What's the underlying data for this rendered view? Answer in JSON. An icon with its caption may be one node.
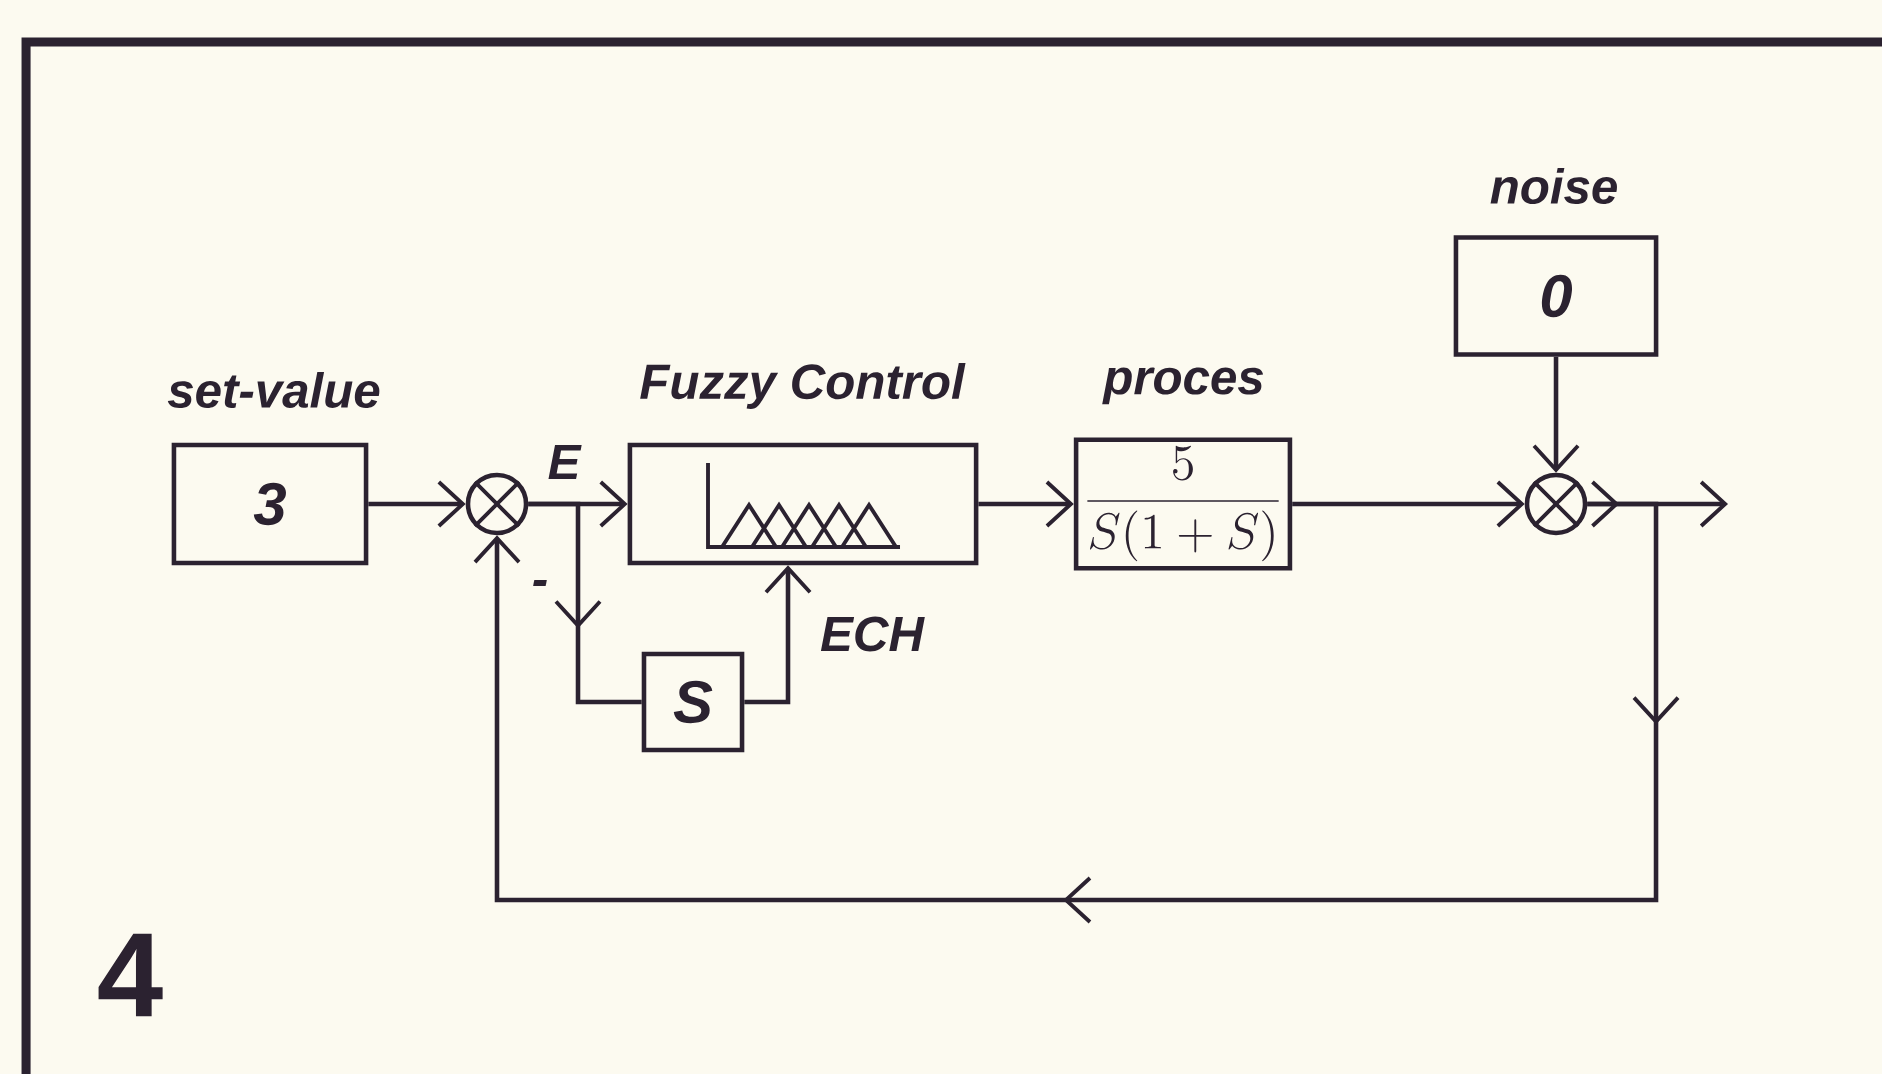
{
  "diagram": {
    "nodes": [
      {
        "text": [
          "set-value",
          "3"
        ]
      },
      {
        "text": [],
        "shape": "circle"
      },
      {
        "text": [
          "Fuzzy Control"
        ]
      },
      {
        "text": [
          "S"
        ]
      },
      {
        "text": [
          "proces",
          "\\frac{5}{S(1+S)}"
        ]
      },
      {
        "text": [
          "noise",
          "0"
        ]
      },
      {
        "text": [],
        "shape": "circle"
      }
    ],
    "edges": [
      {
        "from": 0,
        "to": 1,
        "arrow": "to"
      },
      {
        "from": 1,
        "to": 2,
        "arrow": "to",
        "label": "E"
      },
      {
        "from": 1,
        "to": 3,
        "arrow": "to"
      },
      {
        "from": 3,
        "to": 2,
        "arrow": "to",
        "label": "ECH"
      },
      {
        "from": 2,
        "to": 4,
        "arrow": "to"
      },
      {
        "from": 4,
        "to": 6,
        "arrow": "to"
      },
      {
        "from": 5,
        "to": 6,
        "arrow": "to"
      },
      {
        "from": 6,
        "to": null,
        "arrow": "to"
      },
      {
        "from": 6,
        "to": 1,
        "arrow": "to"
      }
    ],
    "labels": [
      "-",
      "4"
    ]
  }
}
